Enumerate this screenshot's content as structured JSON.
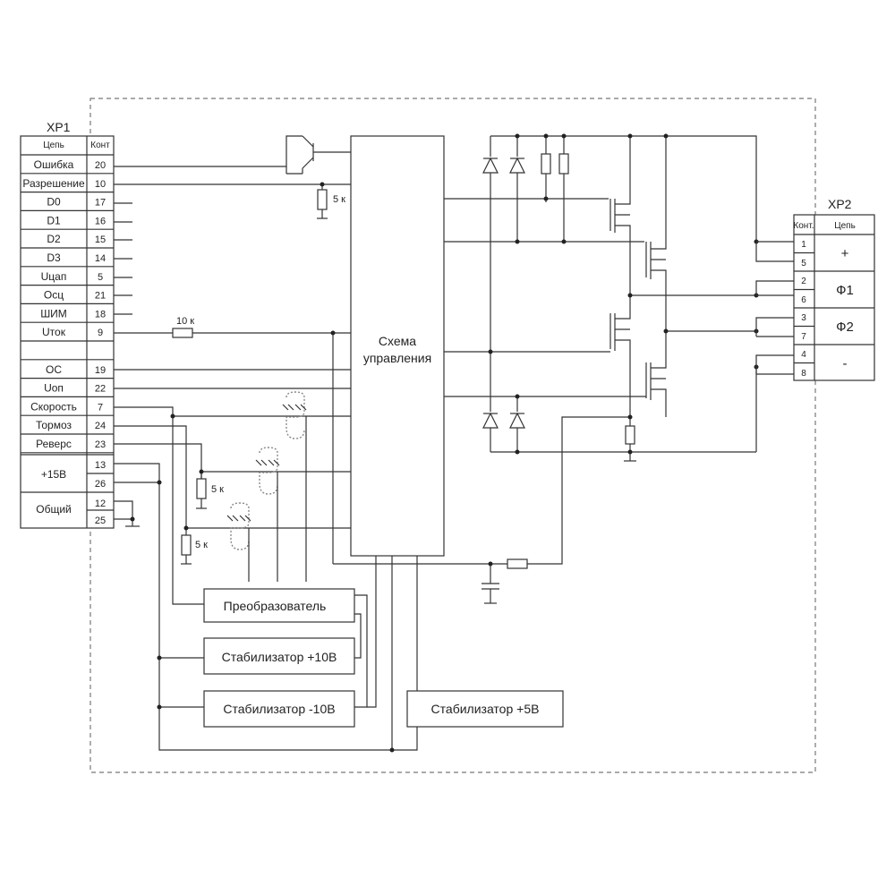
{
  "xp1": {
    "title": "XP1",
    "head_circuit": "Цепь",
    "head_contact": "Конт",
    "rows": [
      {
        "name": "Ошибка",
        "pin": "20"
      },
      {
        "name": "Разрешение",
        "pin": "10"
      },
      {
        "name": "D0",
        "pin": "17"
      },
      {
        "name": "D1",
        "pin": "16"
      },
      {
        "name": "D2",
        "pin": "15"
      },
      {
        "name": "D3",
        "pin": "14"
      },
      {
        "name": "Uцап",
        "pin": "5"
      },
      {
        "name": "Осц",
        "pin": "21"
      },
      {
        "name": "ШИМ",
        "pin": "18"
      },
      {
        "name": "Uток",
        "pin": "9"
      },
      {
        "name": "",
        "pin": ""
      },
      {
        "name": "ОС",
        "pin": "19"
      },
      {
        "name": "Uоп",
        "pin": "22"
      },
      {
        "name": "Скорость",
        "pin": "7"
      },
      {
        "name": "Тормоз",
        "pin": "24"
      },
      {
        "name": "Реверс",
        "pin": "23"
      }
    ],
    "plus15": {
      "name": "+15В",
      "pins": [
        "13",
        "26"
      ]
    },
    "common": {
      "name": "Общий",
      "pins": [
        "12",
        "25"
      ]
    }
  },
  "xp2": {
    "title": "XP2",
    "head_contact": "Конт.",
    "head_circuit": "Цепь",
    "groups": [
      {
        "name": "+",
        "pins": [
          "1",
          "5"
        ]
      },
      {
        "name": "Ф1",
        "pins": [
          "2",
          "6"
        ]
      },
      {
        "name": "Ф2",
        "pins": [
          "3",
          "7"
        ]
      },
      {
        "name": "-",
        "pins": [
          "4",
          "8"
        ]
      }
    ]
  },
  "blocks": {
    "control_line1": "Схема",
    "control_line2": "управления",
    "converter": "Преобразователь",
    "stab_plus10": "Стабилизатор +10В",
    "stab_minus10": "Стабилизатор -10В",
    "stab_plus5": "Стабилизатор +5В"
  },
  "components": {
    "r_enable": "5 к",
    "r_current": "10 к",
    "r_speed": "5 к",
    "r_reverse": "5 к"
  }
}
